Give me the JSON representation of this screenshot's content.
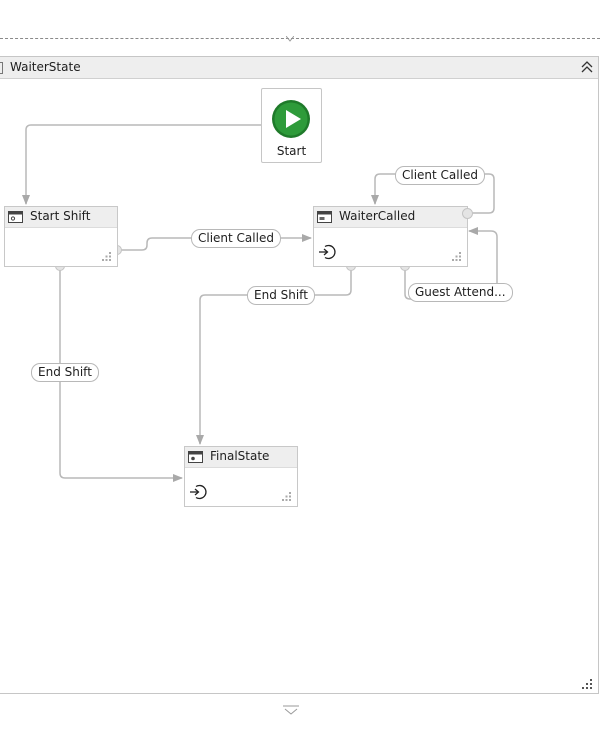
{
  "container": {
    "title": "WaiterState"
  },
  "start": {
    "label": "Start"
  },
  "states": {
    "start_shift": {
      "title": "Start Shift"
    },
    "waiter_called": {
      "title": "WaiterCalled"
    },
    "final_state": {
      "title": "FinalState"
    }
  },
  "transitions": {
    "start_shift_to_waiter_called": "Client Called",
    "waiter_called_self": "Client Called",
    "waiter_called_guest": "Guest Attend...",
    "waiter_called_end": "End Shift",
    "start_shift_end": "End Shift"
  },
  "colors": {
    "start_green": "#2e9b3a",
    "wire": "#b9b9b9",
    "header": "#eeeeee"
  }
}
